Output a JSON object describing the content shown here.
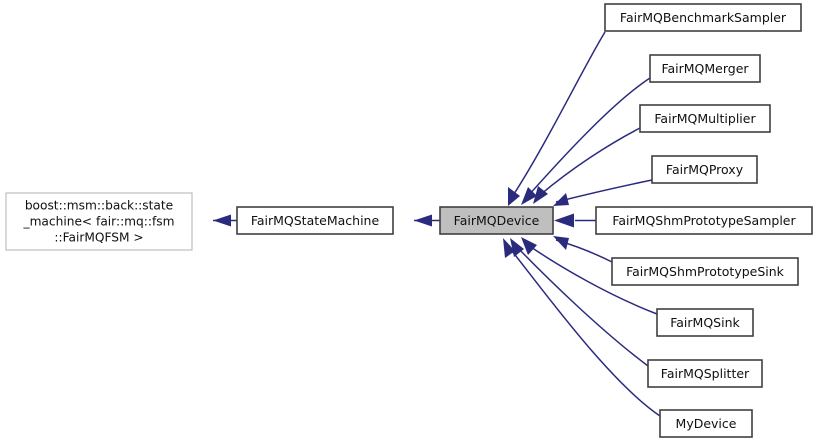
{
  "diagram": {
    "type": "inheritance-graph",
    "title": "FairMQDevice inheritance diagram",
    "edge_color": "#2b2b7e",
    "highlight_fill": "#bfbfbf",
    "node_border": "#404040",
    "faint_border": "#bdbdbd",
    "nodes": {
      "base_template": {
        "lines": [
          "boost::msm::back::state",
          "_machine< fair::mq::fsm",
          "::FairMQFSM >"
        ]
      },
      "state_machine": {
        "label": "FairMQStateMachine"
      },
      "device": {
        "label": "FairMQDevice"
      },
      "derived": [
        {
          "label": "FairMQBenchmarkSampler"
        },
        {
          "label": "FairMQMerger"
        },
        {
          "label": "FairMQMultiplier"
        },
        {
          "label": "FairMQProxy"
        },
        {
          "label": "FairMQShmPrototypeSampler"
        },
        {
          "label": "FairMQShmPrototypeSink"
        },
        {
          "label": "FairMQSink"
        },
        {
          "label": "FairMQSplitter"
        },
        {
          "label": "MyDevice"
        }
      ]
    }
  }
}
